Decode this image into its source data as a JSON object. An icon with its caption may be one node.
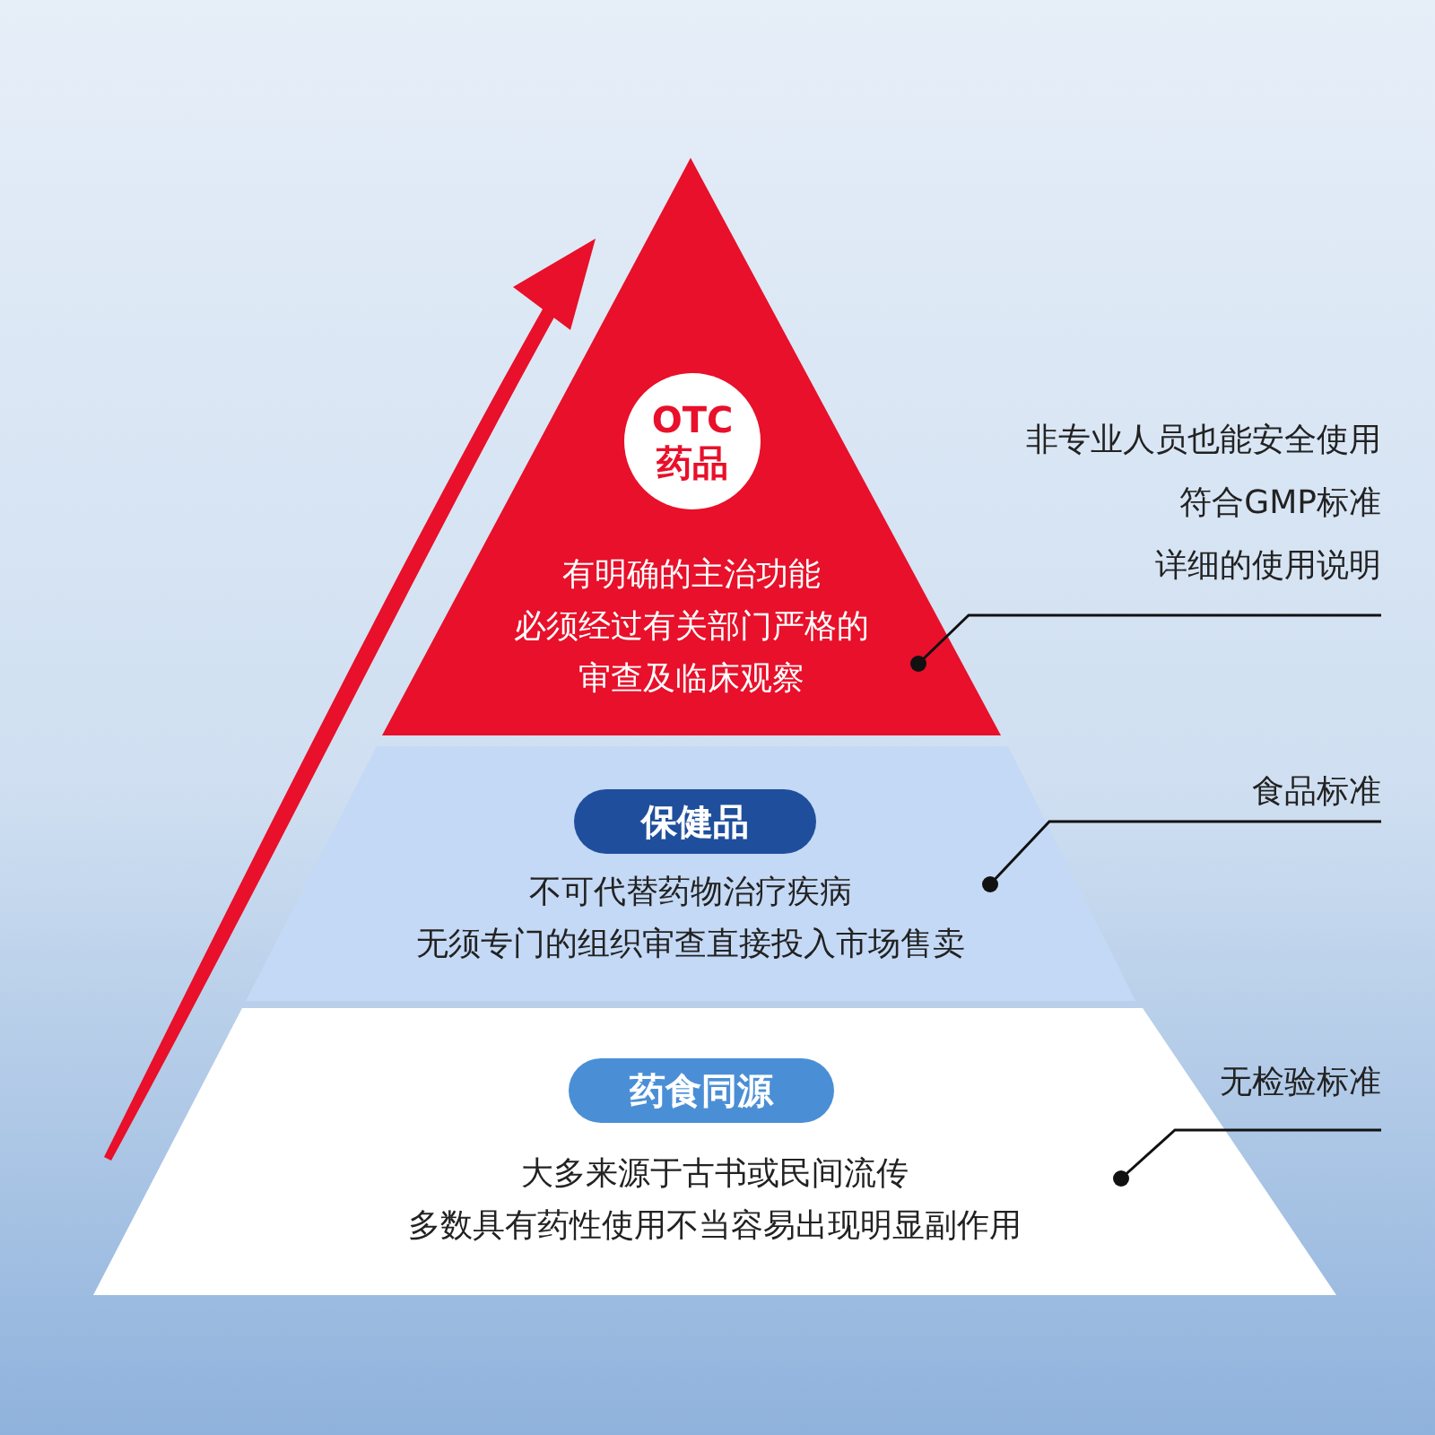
{
  "diagram": {
    "nodes": [
      {
        "text": [
          "有明确的主治功能必须经过有关部门严格的审查及临床观察"
        ]
      },
      {
        "text": [
          "OTC药品"
        ],
        "in": 0
      },
      {
        "text": [
          "不可代替药物治疗疾病无须专门的组织审查直接投入市场售卖"
        ]
      },
      {
        "text": [
          "保健品"
        ],
        "in": 2
      },
      {
        "text": [
          "大多来源于古书或民间流传多数具有药性使用不当容易出现明显副作用"
        ]
      },
      {
        "text": [
          "药食同源"
        ],
        "in": 4
      },
      {
        "text": [
          "非专业人员也能安全使用",
          "符合GMP标准",
          "详细的使用说明"
        ]
      },
      {
        "text": [
          "食品标准"
        ]
      },
      {
        "text": [
          "无检验标准"
        ]
      }
    ],
    "edges": [
      {
        "from": 6,
        "to": 0,
        "arrow": "other"
      },
      {
        "from": 7,
        "to": 2,
        "arrow": "other"
      },
      {
        "from": 8,
        "to": 4,
        "arrow": "other"
      }
    ]
  }
}
